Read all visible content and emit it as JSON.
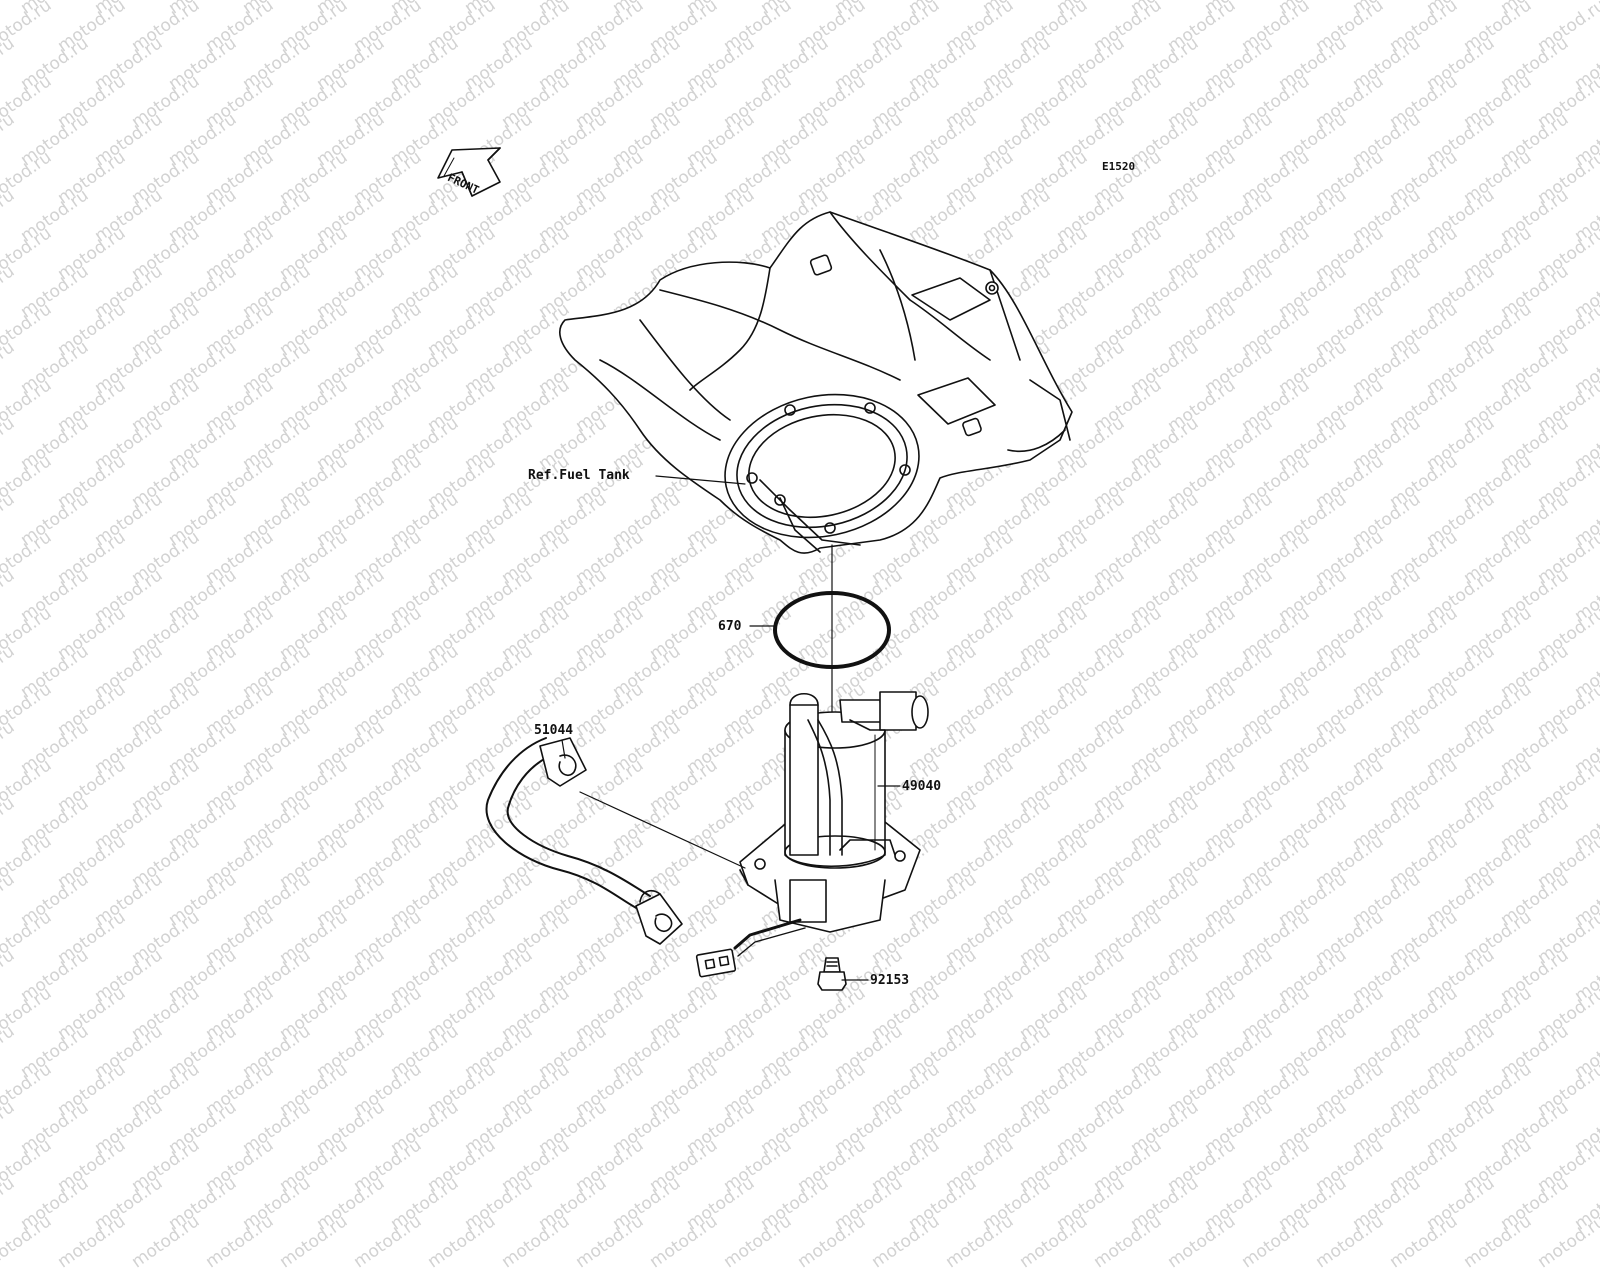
{
  "watermark": "motod.ru",
  "diagram_code": "E1520",
  "front_arrow": "FRONT",
  "callouts": {
    "fuel_tank": "Ref.Fuel Tank",
    "o_ring": "670",
    "hose": "51044",
    "fuel_pump": "49040",
    "bolt": "92153"
  },
  "colors": {
    "line": "#111111",
    "watermark": "#d2d2d2",
    "background": "#ffffff"
  }
}
